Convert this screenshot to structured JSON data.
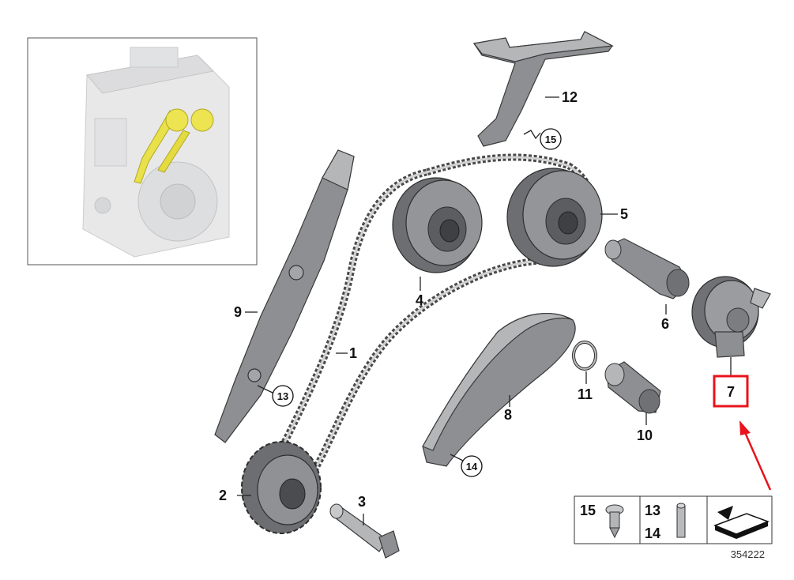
{
  "diagram": {
    "id": "354222",
    "highlight_color": "#e8131b",
    "engine_highlight_color": "#e9e14a",
    "callouts": {
      "c1": "1",
      "c2": "2",
      "c3": "3",
      "c4": "4",
      "c5": "5",
      "c6": "6",
      "c7": "7",
      "c8": "8",
      "c9": "9",
      "c10": "10",
      "c11": "11",
      "c12": "12",
      "c13": "13",
      "c14": "14",
      "c15": "15"
    },
    "legend": {
      "fastener_15": "15",
      "fastener_13": "13",
      "fastener_14": "14"
    }
  }
}
